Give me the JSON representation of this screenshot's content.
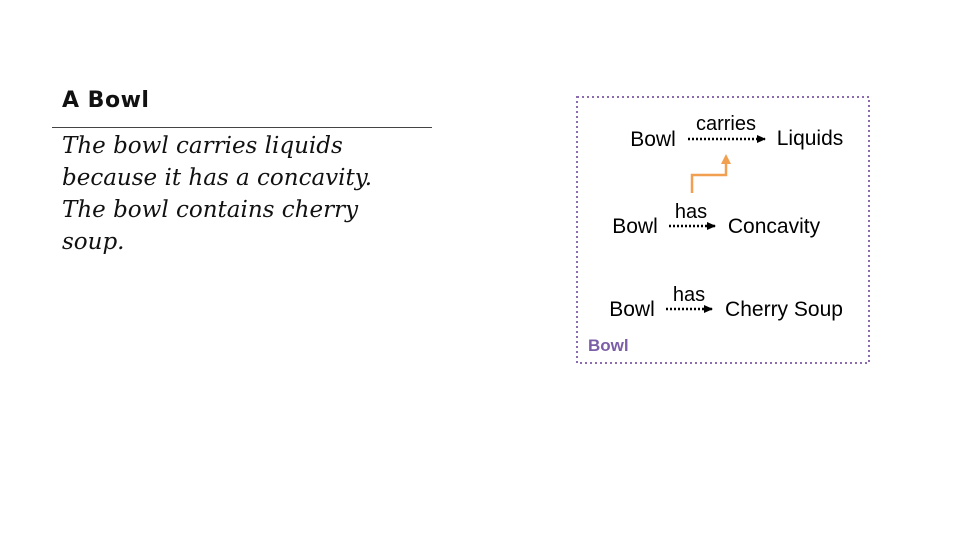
{
  "note": {
    "title": "A Bowl",
    "body_lines": [
      "The bowl carries liquids",
      "because it has a concavity.",
      "The bowl contains cherry",
      "soup."
    ]
  },
  "diagram": {
    "group_label": "Bowl",
    "triples": [
      {
        "subject": "Bowl",
        "relation": "carries",
        "object": "Liquids"
      },
      {
        "subject": "Bowl",
        "relation": "has",
        "object": "Concavity"
      },
      {
        "subject": "Bowl",
        "relation": "has",
        "object": "Cherry Soup"
      }
    ],
    "colors": {
      "group_border": "#8c6bb1",
      "group_label": "#7b5ea7",
      "causal_link": "#f0a050",
      "relation_arrow": "#000000"
    }
  }
}
